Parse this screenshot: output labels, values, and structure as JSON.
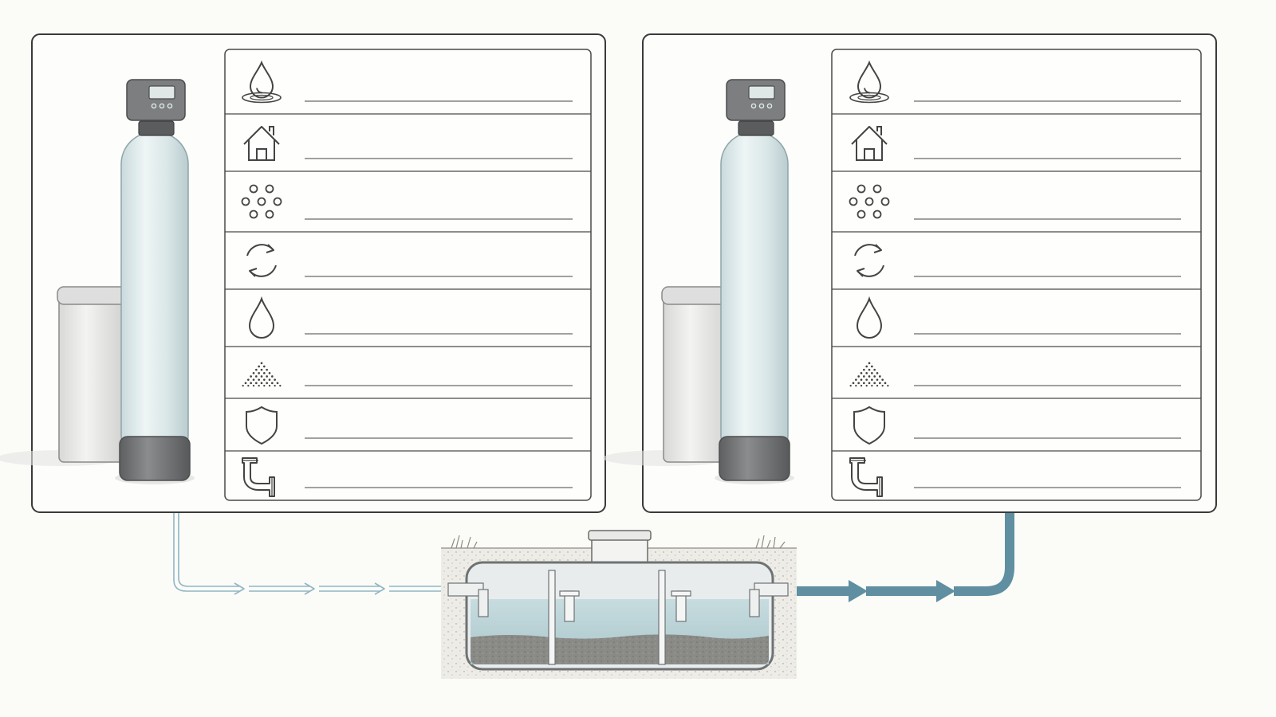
{
  "panels": [
    {
      "id": "left",
      "rows": [
        {
          "icon": "water-drop-ripple-icon",
          "text": ""
        },
        {
          "icon": "house-icon",
          "text": ""
        },
        {
          "icon": "particle-dots-icon",
          "text": ""
        },
        {
          "icon": "recycle-arrows-icon",
          "text": ""
        },
        {
          "icon": "water-drop-icon",
          "text": ""
        },
        {
          "icon": "salt-pile-icon",
          "text": ""
        },
        {
          "icon": "shield-icon",
          "text": ""
        },
        {
          "icon": "pipe-elbow-icon",
          "text": ""
        }
      ]
    },
    {
      "id": "right",
      "rows": [
        {
          "icon": "water-drop-ripple-icon",
          "text": ""
        },
        {
          "icon": "house-icon",
          "text": ""
        },
        {
          "icon": "particle-dots-icon",
          "text": ""
        },
        {
          "icon": "recycle-arrows-icon",
          "text": ""
        },
        {
          "icon": "water-drop-icon",
          "text": ""
        },
        {
          "icon": "salt-pile-icon",
          "text": ""
        },
        {
          "icon": "shield-icon",
          "text": ""
        },
        {
          "icon": "pipe-elbow-icon",
          "text": ""
        }
      ]
    }
  ],
  "septic_tank": {
    "compartments": 3
  },
  "colors": {
    "panel_border": "#3a3a3a",
    "tank_body": "#d6e4e6",
    "tank_cap": "#7c7e80",
    "brine_tank": "#e9e9e7",
    "flow_in": "#8fb7c4",
    "flow_out": "#5f8fa1",
    "water": "#b9d3d8",
    "sludge": "#7a7a78",
    "soil": "#eceae5"
  }
}
